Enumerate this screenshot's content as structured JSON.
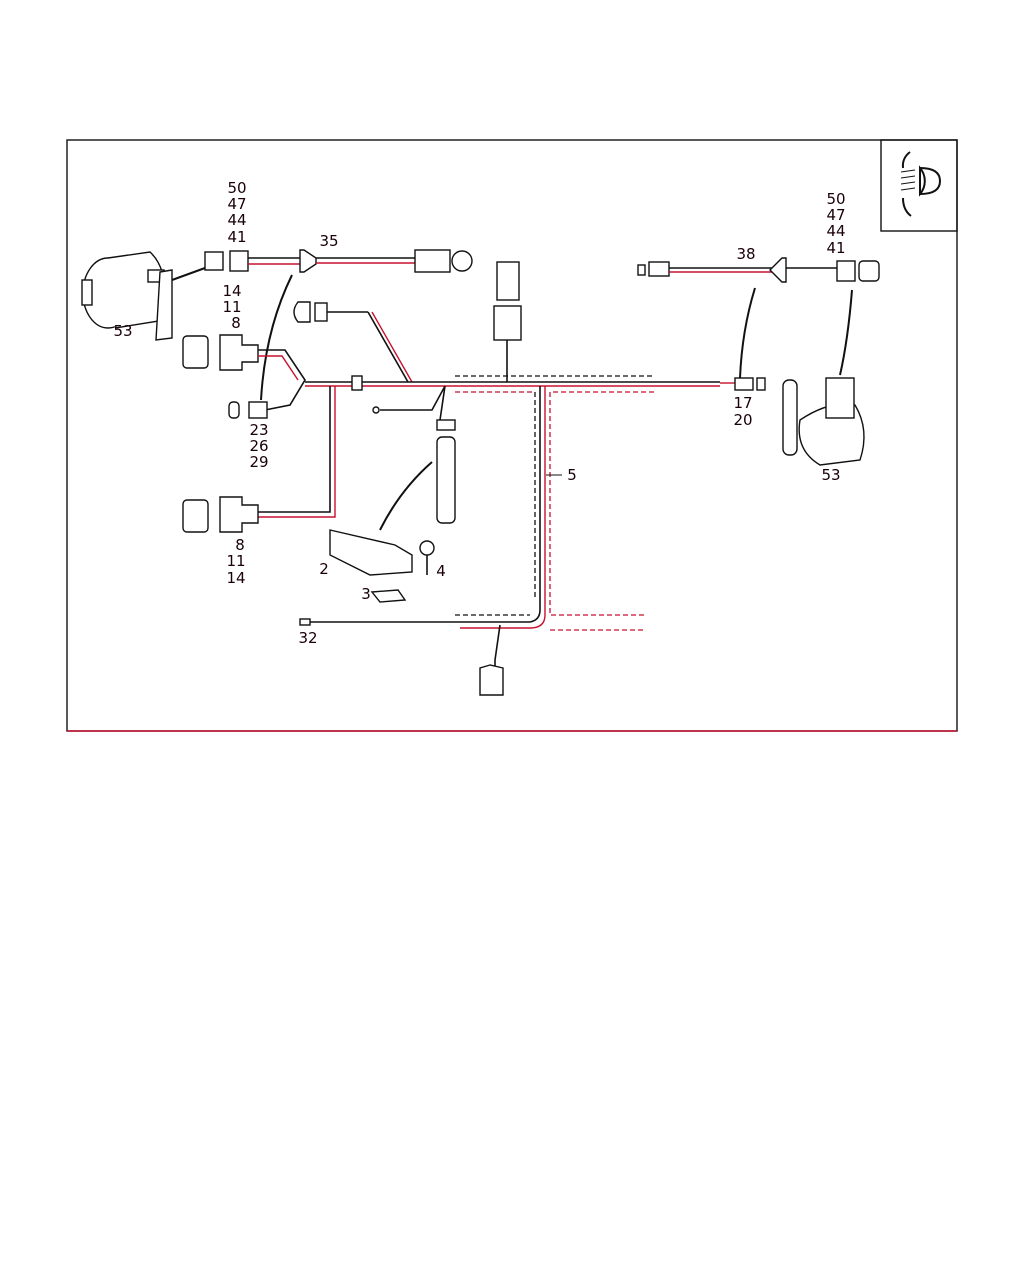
{
  "diagram": {
    "title_icon": "headlamp-range-adjustment-icon",
    "callouts": {
      "left_connector_group": [
        "50",
        "47",
        "44",
        "41"
      ],
      "right_connector_group": [
        "50",
        "47",
        "44",
        "41"
      ],
      "harness_35": "35",
      "harness_38": "38",
      "motor_left": "53",
      "motor_right": "53",
      "upper_plug_group": [
        "14",
        "11",
        "8"
      ],
      "lower_plug_group": [
        "8",
        "11",
        "14"
      ],
      "sensor_plug_group": [
        "23",
        "26",
        "29"
      ],
      "control_unit": "2",
      "bracket": "3",
      "screw": "4",
      "main_harness": "5",
      "ground_lead": "32",
      "end_plug_group": [
        "17",
        "20"
      ]
    }
  }
}
